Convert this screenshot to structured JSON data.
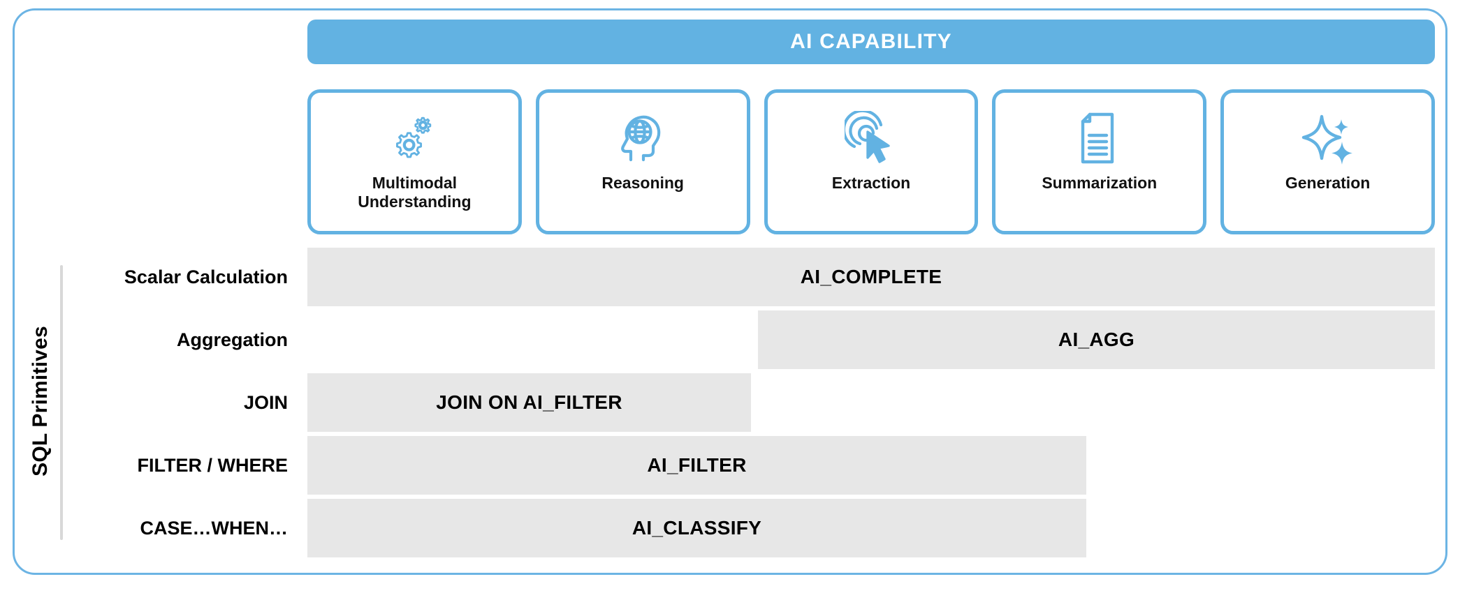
{
  "diagram": {
    "header": {
      "title": "AI CAPABILITY"
    },
    "axis": {
      "vertical_label": "SQL Primitives"
    },
    "colors": {
      "accent_blue": "#62B2E2",
      "frame_blue": "#6CB4E4",
      "bar_gray": "#E7E7E7",
      "text_black": "#000000",
      "header_text": "#FFFFFF"
    },
    "capabilities": [
      {
        "label": "Multimodal\nUnderstanding",
        "label_line1": "Multimodal",
        "label_line2": "Understanding",
        "icon": "gears-icon"
      },
      {
        "label": "Reasoning",
        "label_line1": "Reasoning",
        "label_line2": "",
        "icon": "head-globe-icon"
      },
      {
        "label": "Extraction",
        "label_line1": "Extraction",
        "label_line2": "",
        "icon": "cursor-click-icon"
      },
      {
        "label": "Summarization",
        "label_line1": "Summarization",
        "label_line2": "",
        "icon": "document-lines-icon"
      },
      {
        "label": "Generation",
        "label_line1": "Generation",
        "label_line2": "",
        "icon": "sparkles-icon"
      }
    ],
    "primitives": [
      {
        "label": "Scalar Calculation",
        "function": "AI_COMPLETE",
        "span_start_col": 1,
        "span_end_col": 5
      },
      {
        "label": "Aggregation",
        "function": "AI_AGG",
        "span_start_col": 3,
        "span_end_col": 5
      },
      {
        "label": "JOIN",
        "function": "JOIN ON AI_FILTER",
        "span_start_col": 1,
        "span_end_col": 2
      },
      {
        "label": "FILTER / WHERE",
        "function": "AI_FILTER",
        "span_start_col": 1,
        "span_end_col": 3
      },
      {
        "label": "CASE…WHEN…",
        "function": "AI_CLASSIFY",
        "span_start_col": 1,
        "span_end_col": 3
      }
    ]
  },
  "chart_data": {
    "type": "heatmap",
    "title": "AI CAPABILITY",
    "xlabel": "AI Capability",
    "ylabel": "SQL Primitives",
    "categories": [
      "Multimodal Understanding",
      "Reasoning",
      "Extraction",
      "Summarization",
      "Generation"
    ],
    "rows": [
      "Scalar Calculation",
      "Aggregation",
      "JOIN",
      "FILTER / WHERE",
      "CASE…WHEN…"
    ],
    "cells": [
      {
        "row": "Scalar Calculation",
        "label": "AI_COMPLETE",
        "columns": [
          "Multimodal Understanding",
          "Reasoning",
          "Extraction",
          "Summarization",
          "Generation"
        ]
      },
      {
        "row": "Aggregation",
        "label": "AI_AGG",
        "columns": [
          "Extraction",
          "Summarization",
          "Generation"
        ]
      },
      {
        "row": "JOIN",
        "label": "JOIN ON AI_FILTER",
        "columns": [
          "Multimodal Understanding",
          "Reasoning"
        ]
      },
      {
        "row": "FILTER / WHERE",
        "label": "AI_FILTER",
        "columns": [
          "Multimodal Understanding",
          "Reasoning",
          "Extraction"
        ]
      },
      {
        "row": "CASE…WHEN…",
        "label": "AI_CLASSIFY",
        "columns": [
          "Multimodal Understanding",
          "Reasoning",
          "Extraction"
        ]
      }
    ],
    "legend_position": "none",
    "grid": false
  }
}
